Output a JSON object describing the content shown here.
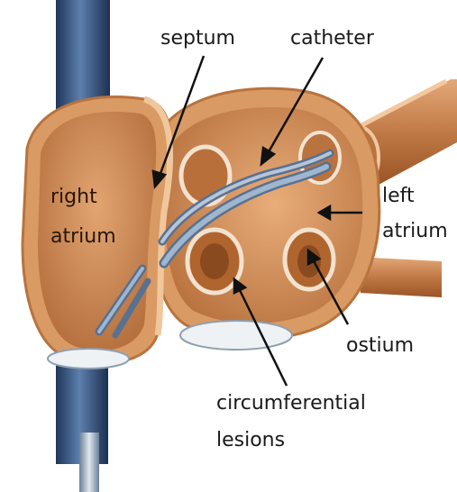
{
  "labels": {
    "septum": "septum",
    "catheter": "catheter",
    "right_atrium_1": "right",
    "right_atrium_2": "atrium",
    "left_atrium_1": "left",
    "left_atrium_2": "atrium",
    "ostium": "ostium",
    "lesions_1": "circumferential",
    "lesions_2": "lesions"
  },
  "colors": {
    "tissue": "#d99a64",
    "tissue_dark": "#a8612e",
    "tissue_light": "#f0c79c",
    "vessel_blue": "#3a5a86",
    "catheter_blue": "#8fa8c4",
    "lesion_ring": "#f3e2cf"
  }
}
